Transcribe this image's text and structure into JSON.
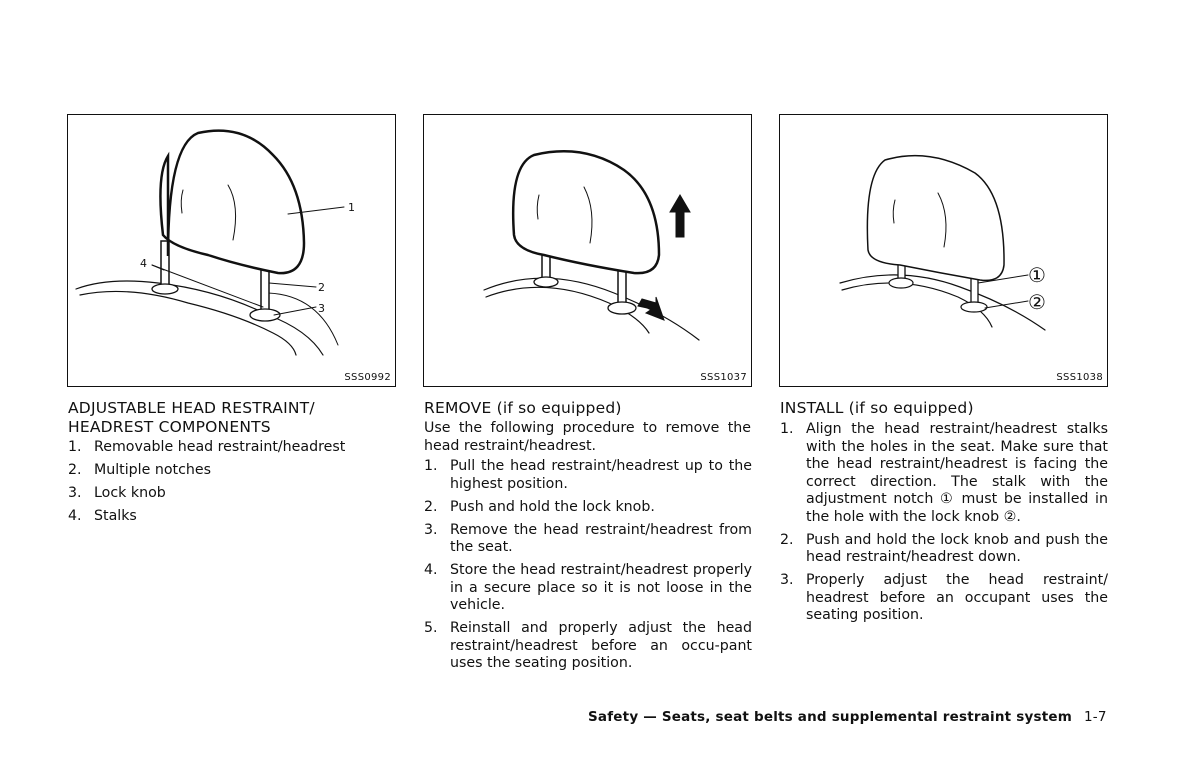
{
  "columns": [
    {
      "figure_id": "SSS0992",
      "callouts": [
        "1",
        "2",
        "3",
        "4"
      ],
      "heading": "ADJUSTABLE HEAD RESTRAINT/ HEADREST COMPONENTS",
      "items": [
        {
          "num": "1.",
          "text": "Removable head restraint/headrest"
        },
        {
          "num": "2.",
          "text": "Multiple notches"
        },
        {
          "num": "3.",
          "text": "Lock knob"
        },
        {
          "num": "4.",
          "text": "Stalks"
        }
      ]
    },
    {
      "figure_id": "SSS1037",
      "heading": "REMOVE (if so equipped)",
      "intro": "Use the following procedure to remove the head restraint/headrest.",
      "items": [
        {
          "num": "1.",
          "text": "Pull the head restraint/headrest up to the highest position."
        },
        {
          "num": "2.",
          "text": "Push and hold the lock knob."
        },
        {
          "num": "3.",
          "text": "Remove the head restraint/headrest from the seat."
        },
        {
          "num": "4.",
          "text": "Store the head restraint/headrest properly in a secure place so it is not loose in the vehicle."
        },
        {
          "num": "5.",
          "text": "Reinstall and properly adjust the head restraint/headrest before an occu-pant uses the seating position."
        }
      ]
    },
    {
      "figure_id": "SSS1038",
      "callouts": [
        "①",
        "②"
      ],
      "heading": "INSTALL (if so equipped)",
      "items": [
        {
          "num": "1.",
          "text": "Align the head restraint/headrest stalks with the holes in the seat. Make sure that the head restraint/headrest is facing the correct direction. The stalk with the adjustment notch ① must be installed in the hole with the lock knob ②."
        },
        {
          "num": "2.",
          "text": "Push and hold the lock knob and push the head restraint/headrest down."
        },
        {
          "num": "3.",
          "text": "Properly adjust the head restraint/ headrest before an occupant uses the seating position."
        }
      ]
    }
  ],
  "footer": {
    "section": "Safety — Seats, seat belts and supplemental restraint system",
    "page": "1-7"
  }
}
